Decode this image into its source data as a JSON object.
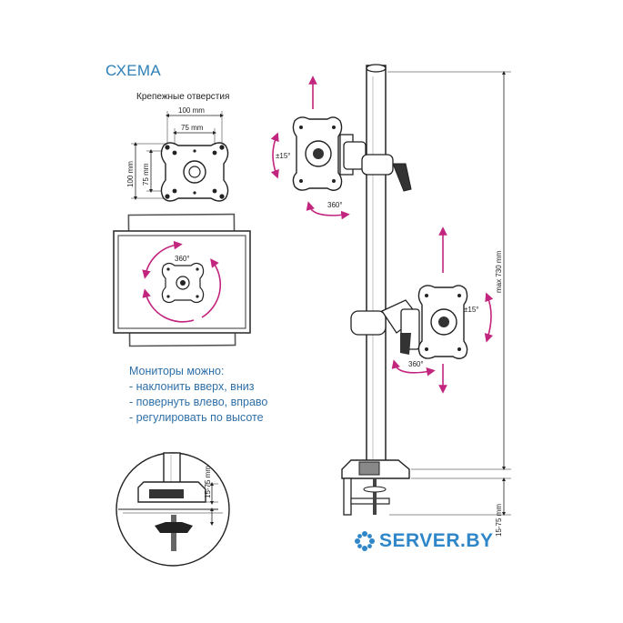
{
  "header": {
    "title": "СХЕМА",
    "subtitle": "Крепежные отверстия"
  },
  "dimensions": {
    "width_100": "100 mm",
    "width_75": "75 mm",
    "height_100": "100 mm",
    "height_75": "75 mm",
    "max_height": "max 730 mm",
    "clamp_thickness": "15-75 mm",
    "desk_thickness": "15-75 mm"
  },
  "angles": {
    "rotate_upper": "360°",
    "rotate_lower": "360°",
    "rotate_monitor": "360°",
    "tilt_upper": "±15°",
    "tilt_lower": "±15°"
  },
  "capabilities": {
    "heading": "Мониторы можно:",
    "items": [
      "- наклонить вверх, вниз",
      "- повернуть влево, вправо",
      "- регулировать по высоте"
    ]
  },
  "brand": {
    "name": "SERVER.BY",
    "color": "#2f86c8"
  },
  "colors": {
    "accent_magenta": "#c2257e",
    "title_blue": "#2d7fb6",
    "line": "#222222"
  }
}
